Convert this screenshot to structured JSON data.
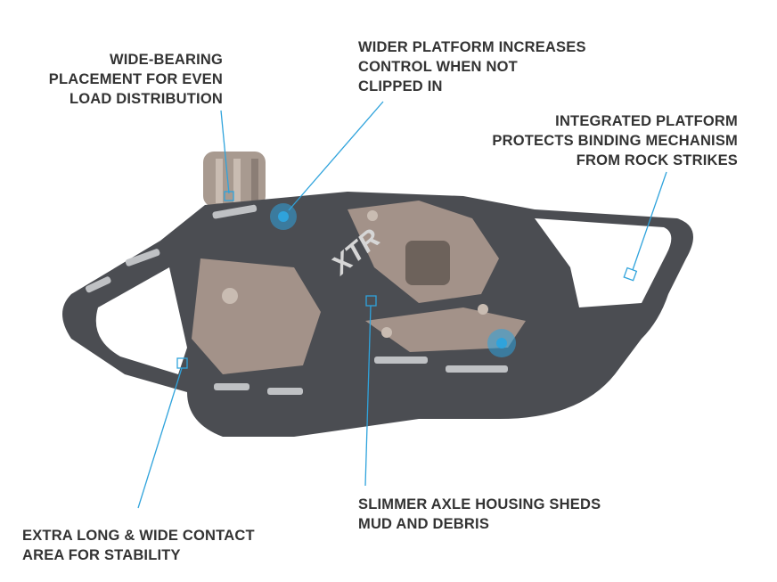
{
  "callouts": {
    "wide_bearing": [
      "WIDE-BEARING",
      "PLACEMENT FOR EVEN",
      "LOAD DISTRIBUTION"
    ],
    "wider_platform": [
      "WIDER PLATFORM INCREASES",
      "CONTROL WHEN NOT",
      "CLIPPED IN"
    ],
    "integrated_platform": [
      "INTEGRATED PLATFORM",
      "PROTECTS BINDING MECHANISM",
      "FROM ROCK STRIKES"
    ],
    "slimmer_axle": [
      "SLIMMER AXLE HOUSING SHEDS",
      "MUD AND DEBRIS"
    ],
    "contact_area": [
      "EXTRA LONG & WIDE CONTACT",
      "AREA FOR STABILITY"
    ]
  },
  "product": {
    "logo": "XTR"
  },
  "colors": {
    "leader": "#2fa3dc",
    "body": "#4a4c50",
    "metal": "#a39289",
    "text": "#333333"
  }
}
